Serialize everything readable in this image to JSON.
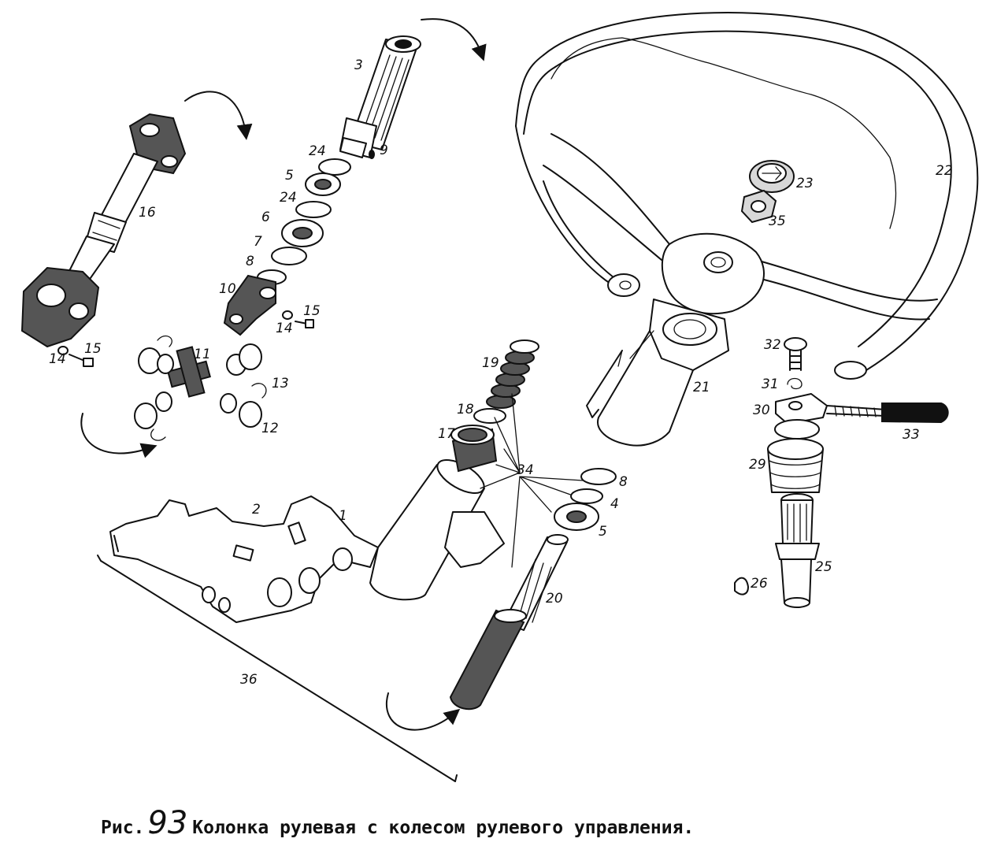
{
  "caption": {
    "prefix": "Рис.",
    "number": "93",
    "title": "Колонка рулевая с колесом рулевого управления."
  },
  "callouts": {
    "c1": "1",
    "c2": "2",
    "c3": "3",
    "c4": "4",
    "c5a": "5",
    "c5b": "5",
    "c6": "6",
    "c7": "7",
    "c8a": "8",
    "c8b": "8",
    "c9": "9",
    "c10": "10",
    "c11": "11",
    "c12": "12",
    "c13": "13",
    "c14a": "14",
    "c14b": "14",
    "c15a": "15",
    "c15b": "15",
    "c16": "16",
    "c17": "17",
    "c18": "18",
    "c19": "19",
    "c20": "20",
    "c21": "21",
    "c22": "22",
    "c23": "23",
    "c24a": "24",
    "c24b": "24",
    "c25": "25",
    "c26": "26",
    "c29": "29",
    "c30": "30",
    "c31": "31",
    "c32": "32",
    "c33": "33",
    "c34": "34",
    "c35": "35",
    "c36": "36"
  }
}
